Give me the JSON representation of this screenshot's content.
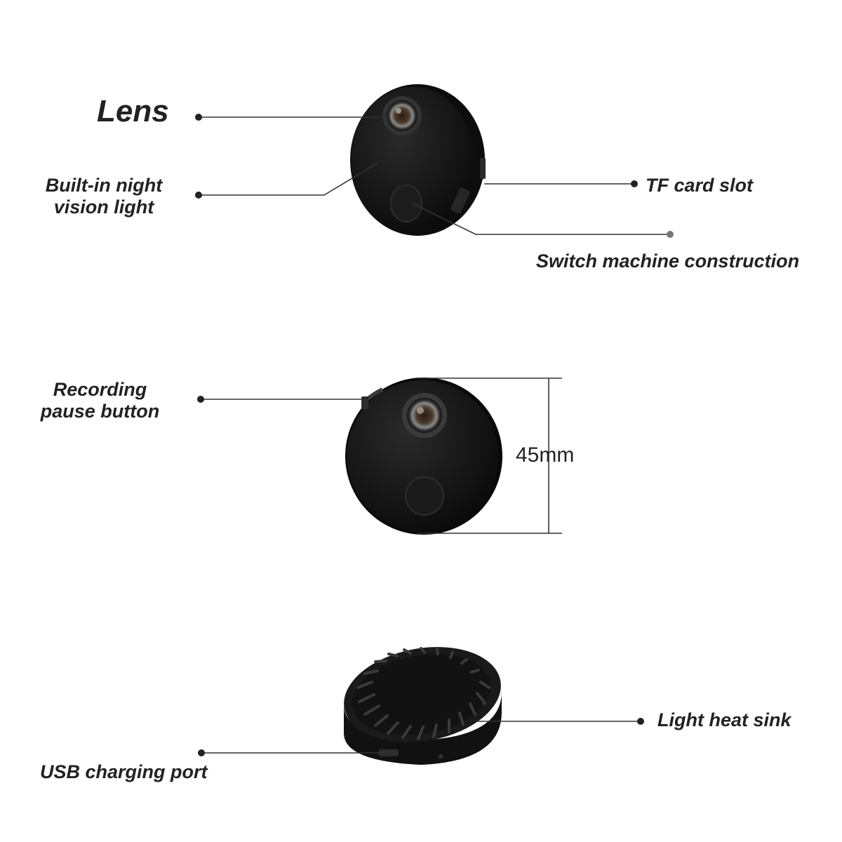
{
  "labels": {
    "lens": "Lens",
    "night_vision_line1": "Built-in night",
    "night_vision_line2": "vision light",
    "tf_card": "TF card slot",
    "switch": "Switch machine construction",
    "recording_line1": "Recording",
    "recording_line2": "pause button",
    "heat_sink": "Light heat sink",
    "usb": "USB charging port"
  },
  "dimension": {
    "text": "45mm"
  },
  "colors": {
    "background": "#ffffff",
    "text": "#222222",
    "device_body": "#151515",
    "leader_line": "#333333"
  }
}
